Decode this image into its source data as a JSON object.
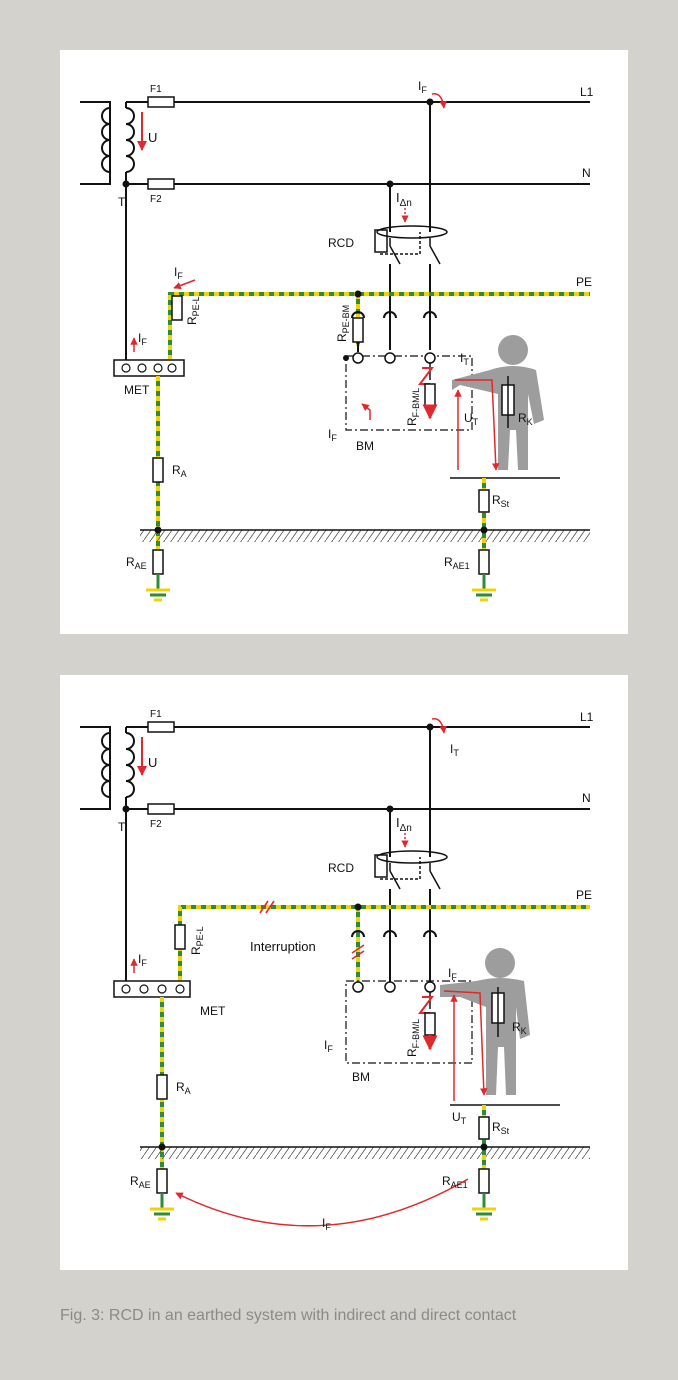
{
  "figure": {
    "caption": "Fig. 3: RCD in an earthed system with indirect and direct contact"
  },
  "colors": {
    "background": "#d3d2cc",
    "panel": "#ffffff",
    "wire": "#111111",
    "current_arrow": "#e0282d",
    "pe_green": "#2e8b3a",
    "pe_yellow": "#f0d400",
    "person": "#9d9d9d",
    "caption_text": "#8a8a88"
  },
  "diagrams": [
    {
      "variant": "indirect contact",
      "labels": {
        "fuse1": "F1",
        "fuse2": "F2",
        "transformer": "T",
        "voltage": "U",
        "line": "L1",
        "neutral": "N",
        "pe": "PE",
        "rcd": "RCD",
        "delta_n_main": "I",
        "delta_n_sub": "Δn",
        "met": "MET",
        "bm": "BM",
        "if_top_main": "I",
        "if_top_sub": "F",
        "if_pe_main": "I",
        "if_pe_sub": "F",
        "if_met_main": "I",
        "if_met_sub": "F",
        "if_bm_main": "I",
        "if_bm_sub": "F",
        "r_pe_l_main": "R",
        "r_pe_l_sub": "PE-L",
        "r_pe_bm_main": "R",
        "r_pe_bm_sub": "PE-BM",
        "r_f_bm_main": "R",
        "r_f_bm_sub": "F-BM/L",
        "r_a_main": "R",
        "r_a_sub": "A",
        "r_ae_main": "R",
        "r_ae_sub": "AE",
        "r_ae1_main": "R",
        "r_ae1_sub": "AE1",
        "r_st_main": "R",
        "r_st_sub": "St",
        "r_k_main": "R",
        "r_k_sub": "K",
        "i_t_main": "I",
        "i_t_sub": "T",
        "u_t_main": "U",
        "u_t_sub": "T"
      }
    },
    {
      "variant": "direct contact",
      "labels": {
        "fuse1": "F1",
        "fuse2": "F2",
        "transformer": "T",
        "voltage": "U",
        "line": "L1",
        "neutral": "N",
        "pe": "PE",
        "rcd": "RCD",
        "delta_n_main": "I",
        "delta_n_sub": "Δn",
        "met": "MET",
        "bm": "BM",
        "interruption": "Interruption",
        "i_t_main": "I",
        "i_t_sub": "T",
        "if_met_main": "I",
        "if_met_sub": "F",
        "if_bm_main": "I",
        "if_bm_sub": "F",
        "if_person_main": "I",
        "if_person_sub": "F",
        "if_earth_main": "I",
        "if_earth_sub": "F",
        "r_pe_l_main": "R",
        "r_pe_l_sub": "PE-L",
        "r_f_bm_main": "R",
        "r_f_bm_sub": "F-BM/L",
        "r_a_main": "R",
        "r_a_sub": "A",
        "r_ae_main": "R",
        "r_ae_sub": "AE",
        "r_ae1_main": "R",
        "r_ae1_sub": "AE1",
        "r_st_main": "R",
        "r_st_sub": "St",
        "r_k_main": "R",
        "r_k_sub": "K",
        "u_t_main": "U",
        "u_t_sub": "T"
      }
    }
  ]
}
